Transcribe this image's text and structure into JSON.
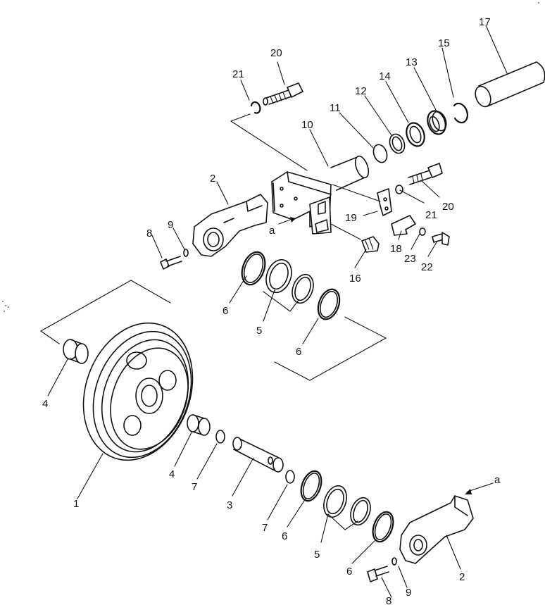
{
  "callouts": {
    "c1": "1",
    "c2a": "2",
    "c2b": "2",
    "c3": "3",
    "c4a": "4",
    "c4b": "4",
    "c5a": "5",
    "c5b": "5",
    "c6a": "6",
    "c6b": "6",
    "c6c": "6",
    "c6d": "6",
    "c7a": "7",
    "c7b": "7",
    "c8a": "8",
    "c8b": "8",
    "c9a": "9",
    "c9b": "9",
    "c10": "10",
    "c11": "11",
    "c12": "12",
    "c13": "13",
    "c14": "14",
    "c15": "15",
    "c16": "16",
    "c17": "17",
    "c18": "18",
    "c19": "19",
    "c20a": "20",
    "c20b": "20",
    "c21a": "21",
    "c21b": "21",
    "c22": "22",
    "c23": "23"
  },
  "references": {
    "ra": "a",
    "rb": "a"
  }
}
